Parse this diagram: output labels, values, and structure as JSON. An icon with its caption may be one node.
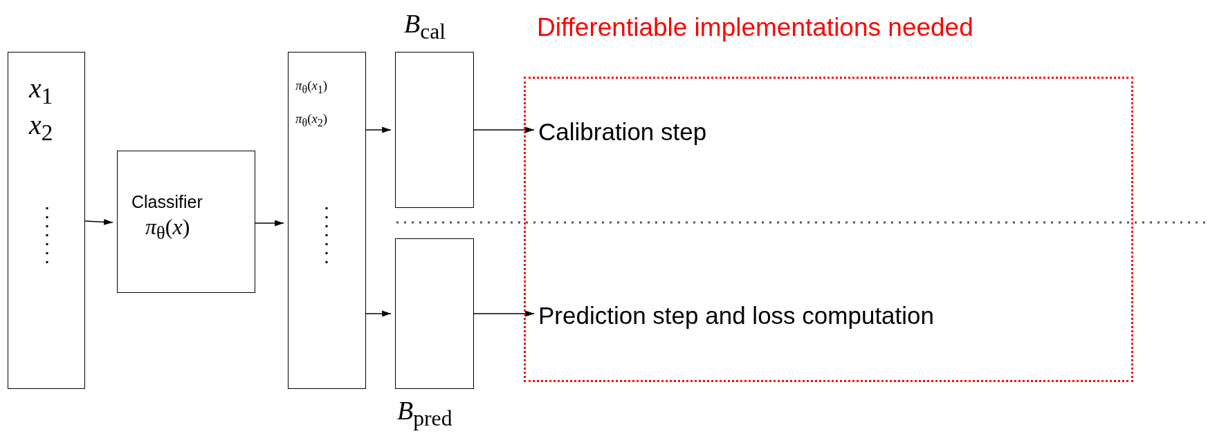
{
  "diagram": {
    "nodes": [
      {
        "text": [
          "*x*$_{1}$",
          "*x*$_{2}$"
        ]
      },
      {
        "text": [
          "Classifier",
          "*π*$_{θ}$(*x*)"
        ]
      },
      {
        "text": [
          "*π*$_{θ}$(*x*$_{1}$)",
          "*π*$_{θ}$(*x*$_{2}$)"
        ]
      },
      {
        "text": [
          "*B*$_{cal}$"
        ]
      },
      {
        "text": [
          "*B*$_{pred}$"
        ]
      },
      {
        "text": [
          "Differentiable implementations needed"
        ]
      },
      {
        "text": [
          "Calibration step"
        ],
        "in": 5
      },
      {
        "text": [
          "Prediction step and loss computation"
        ],
        "in": 5
      }
    ],
    "edges": [
      {
        "from": 0,
        "to": 1,
        "arrow": "to"
      },
      {
        "from": 1,
        "to": 2,
        "arrow": "to"
      },
      {
        "from": 2,
        "to": 3,
        "arrow": "to"
      },
      {
        "from": 2,
        "to": 4,
        "arrow": "to"
      },
      {
        "from": 3,
        "to": 6,
        "arrow": "to"
      },
      {
        "from": 4,
        "to": 7,
        "arrow": "to"
      }
    ]
  }
}
